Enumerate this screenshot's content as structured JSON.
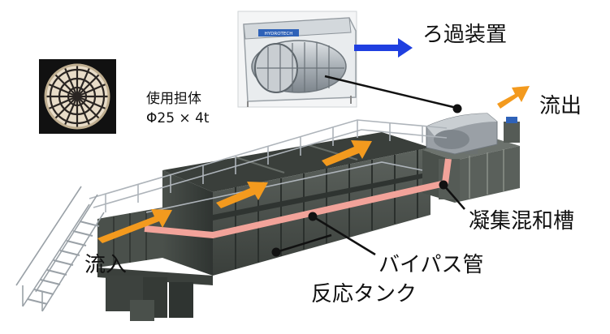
{
  "labels": {
    "filter_device": "ろ過装置",
    "outflow": "流出",
    "inflow": "流入",
    "carrier_line1": "使用担体",
    "carrier_line2": "Φ25 × 4t",
    "coagulation_tank": "凝集混和槽",
    "bypass_pipe": "バイパス管",
    "reaction_tank": "反応タンク",
    "filter_brand": "HYDROTECH"
  },
  "colors": {
    "flow_arrow": "#f39a1e",
    "bypass_pipe": "#f2a39a",
    "filter_arrow": "#1f3fe0",
    "tank_body": "#4f5550",
    "tank_dark": "#2e3330",
    "railing": "#aeb4ba",
    "carrier": "#e8dcc8"
  }
}
